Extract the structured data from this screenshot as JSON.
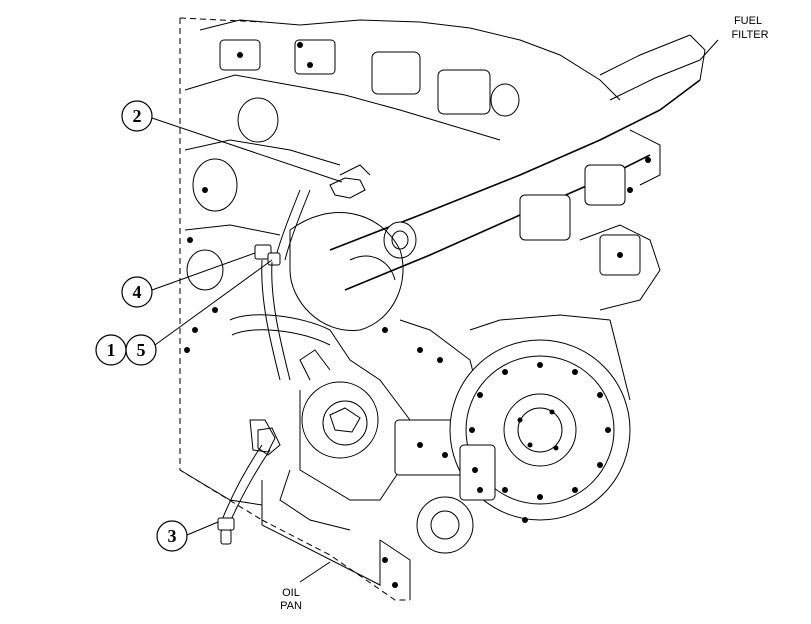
{
  "labels": {
    "fuel_filter_line1": "FUEL",
    "fuel_filter_line2": "FILTER",
    "oil_pan_line1": "OIL",
    "oil_pan_line2": "PAN"
  },
  "callouts": {
    "c1": "1",
    "c2": "2",
    "c3": "3",
    "c4": "4",
    "c5": "5"
  },
  "icons": [
    "engine-drawing"
  ]
}
